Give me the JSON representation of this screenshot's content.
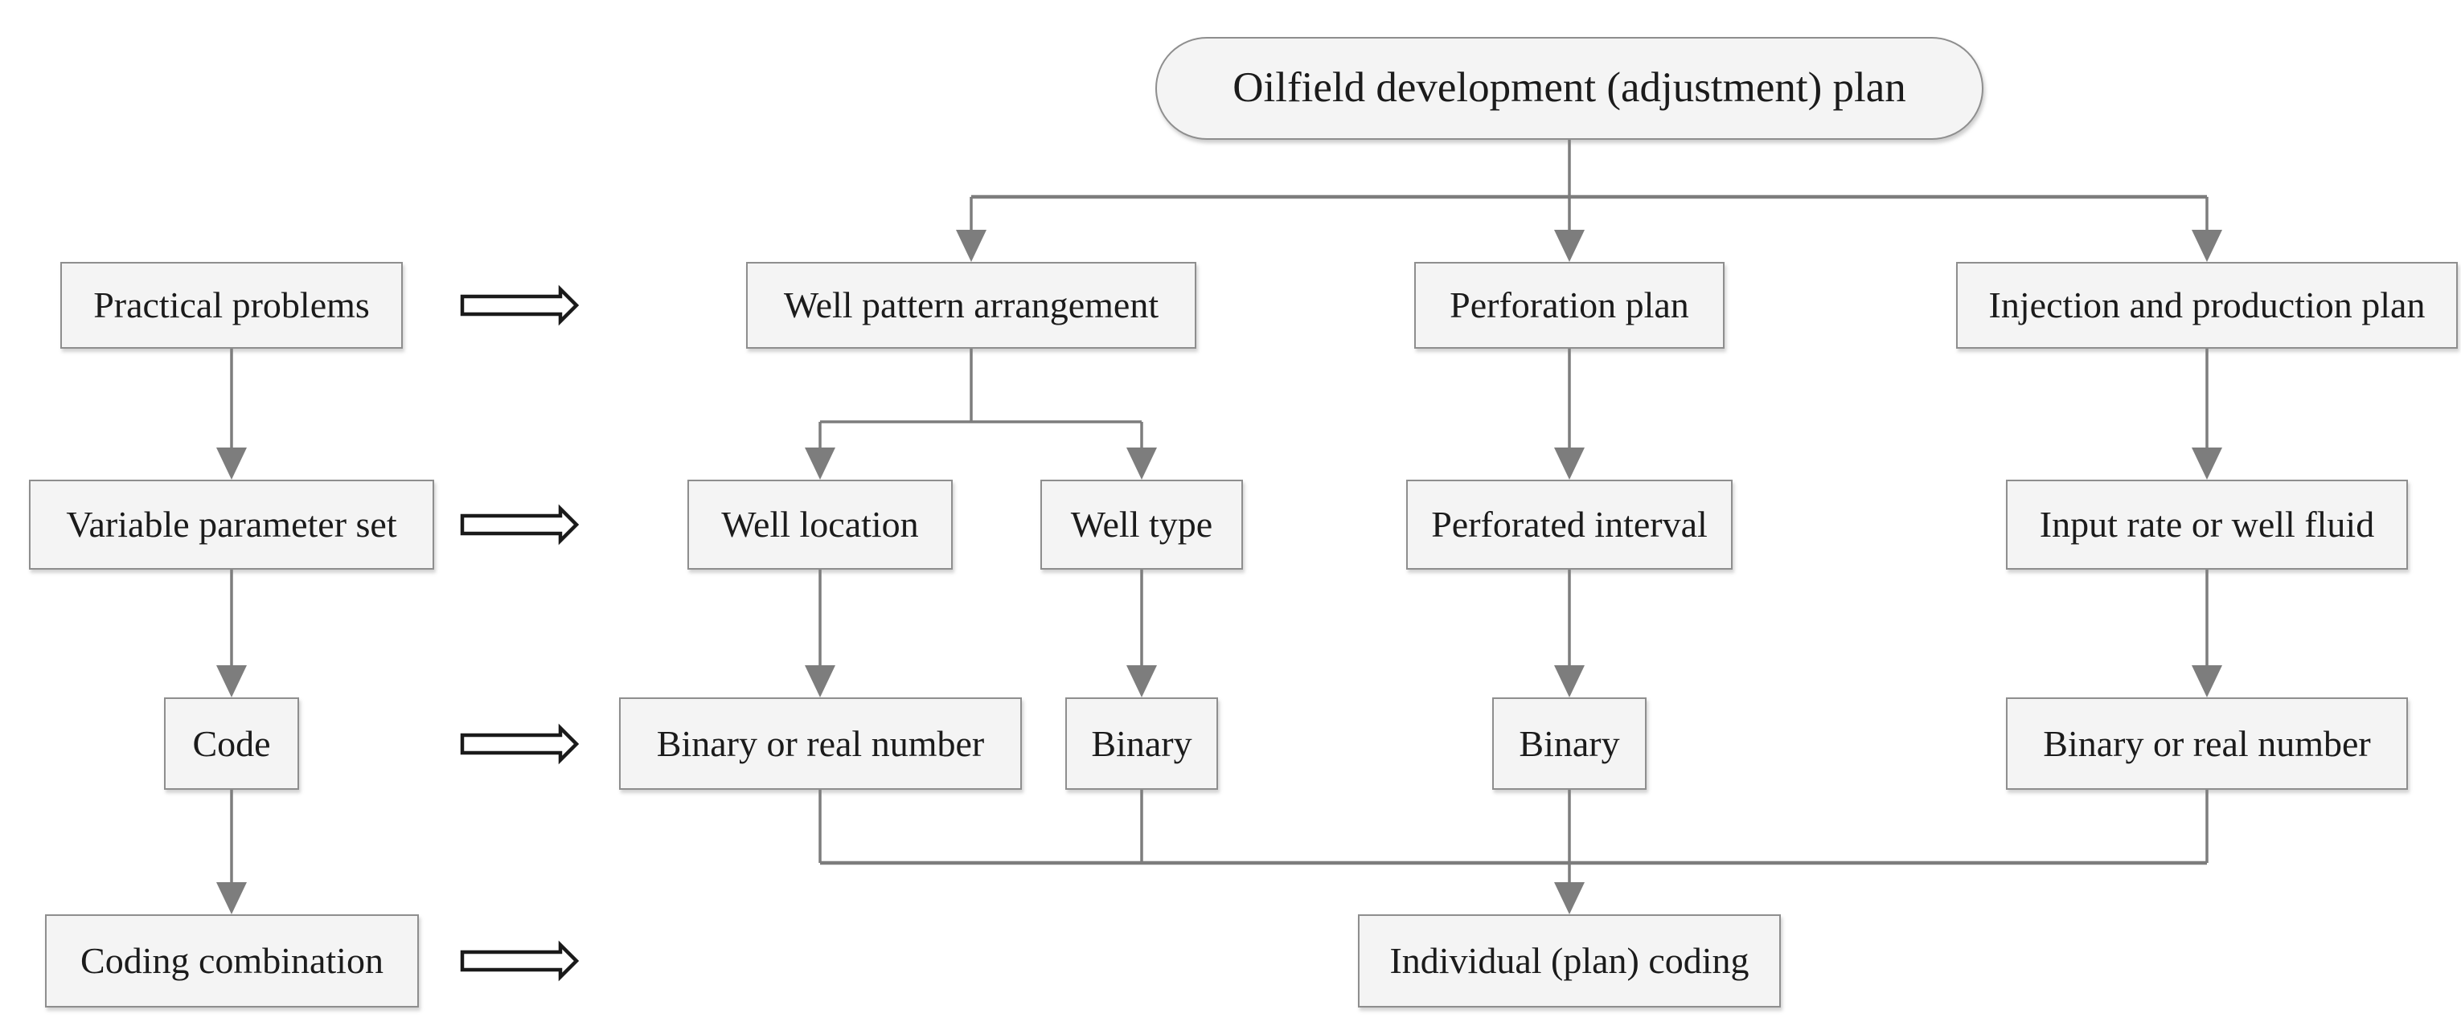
{
  "diagram": {
    "title": "Oilfield development (adjustment) plan",
    "nodes": {
      "oilfield": {
        "label": "Oilfield development (adjustment) plan"
      },
      "practical": {
        "label": "Practical problems"
      },
      "variable": {
        "label": "Variable parameter set"
      },
      "code": {
        "label": "Code"
      },
      "coding": {
        "label": "Coding combination"
      },
      "well_pattern": {
        "label": "Well pattern arrangement"
      },
      "perforation": {
        "label": "Perforation plan"
      },
      "injection": {
        "label": "Injection and production plan"
      },
      "well_location": {
        "label": "Well location"
      },
      "well_type": {
        "label": "Well type"
      },
      "perforated": {
        "label": "Perforated interval"
      },
      "input_rate": {
        "label": "Input rate or well fluid"
      },
      "binary_real_left": {
        "label": "Binary or real number"
      },
      "binary_left": {
        "label": "Binary"
      },
      "binary_mid": {
        "label": "Binary"
      },
      "binary_real_right": {
        "label": "Binary or real number"
      },
      "individual": {
        "label": "Individual (plan) coding"
      }
    },
    "icons": {
      "hollow_right_arrow_count": 4,
      "solid_arrowhead_count": 15
    }
  },
  "colors": {
    "page_bg": "#ffffff",
    "line": "#7d7d7d",
    "box_fill": "#f4f4f4",
    "box_border": "#8e8e8e",
    "text": "#1b1b1b",
    "hollow_stroke": "#1a1a1a",
    "hollow_fill": "#ffffff"
  }
}
